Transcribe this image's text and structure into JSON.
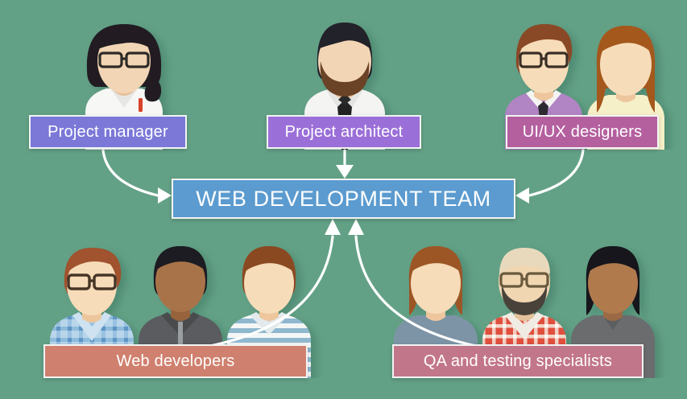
{
  "diagram": {
    "title": "WEB DEVELOPMENT TEAM",
    "background_color": "#63a186",
    "center": {
      "label": "WEB DEVELOPMENT TEAM",
      "color": "#5b9bcf",
      "border_color": "#f2f4f3"
    },
    "nodes": [
      {
        "id": "project-manager",
        "label": "Project manager",
        "color": "#7b78d8",
        "position": "top-left",
        "arrow": "curve-right-down",
        "people": [
          {
            "role": "project manager",
            "hair_color": "#211f22",
            "hair_style": "ponytail",
            "skin": "#f2d5b4",
            "glasses": true,
            "glasses_color": "#2f2b28",
            "clothing": "white blouse",
            "clothing_color": "#f7f7f5",
            "accent": "red pen",
            "accent_color": "#d8432b"
          }
        ]
      },
      {
        "id": "project-architect",
        "label": "Project architect",
        "color": "#9b6fd8",
        "position": "top-center",
        "arrow": "straight-down",
        "people": [
          {
            "role": "project architect",
            "hair_color": "#24212a",
            "hair_style": "short",
            "skin": "#f2d5b4",
            "beard": true,
            "beard_color": "#6b4226",
            "glasses": false,
            "clothing": "white shirt with black tie",
            "clothing_color": "#f4f4f2",
            "accent": "black tie",
            "accent_color": "#232323"
          }
        ]
      },
      {
        "id": "uiux-designers",
        "label": "UI/UX designers",
        "color": "#b4609f",
        "position": "top-right",
        "arrow": "curve-left-down",
        "people": [
          {
            "role": "designer",
            "hair_color": "#8a4a27",
            "hair_style": "swept quiff",
            "skin": "#f7dcb9",
            "glasses": true,
            "glasses_color": "#3a2f26",
            "clothing": "purple sweater over shirt",
            "clothing_color": "#b184c4",
            "accent": "dark tie",
            "accent_color": "#2e2b32"
          },
          {
            "role": "designer",
            "hair_color": "#a4581f",
            "hair_style": "long",
            "skin": "#f7dcb9",
            "glasses": false,
            "clothing": "cream top",
            "clothing_color": "#f6f0c8",
            "accent": "",
            "accent_color": ""
          }
        ]
      },
      {
        "id": "web-developers",
        "label": "Web developers",
        "color": "#d0806e",
        "position": "bottom-left",
        "arrow": "curve-up-right",
        "people": [
          {
            "role": "web developer",
            "hair_color": "#a0522d",
            "hair_style": "short quiff",
            "skin": "#f7dcb9",
            "glasses": true,
            "glasses_color": "#463528",
            "clothing": "blue plaid shirt",
            "clothing_color": "#9fc3e0",
            "accent": "checks",
            "accent_color": "#5e95c4"
          },
          {
            "role": "web developer",
            "hair_color": "#1d1c20",
            "hair_style": "short",
            "skin": "#a9734a",
            "glasses": false,
            "clothing": "gray zip hoodie",
            "clothing_color": "#5a5c5e",
            "accent": "zipper",
            "accent_color": "#9a9ea0"
          },
          {
            "role": "web developer",
            "hair_color": "#8b4a22",
            "hair_style": "short",
            "skin": "#f7dcb9",
            "glasses": false,
            "clothing": "blue striped tee",
            "clothing_color": "#f2f4f4",
            "accent": "stripes",
            "accent_color": "#8fb8cf"
          }
        ]
      },
      {
        "id": "qa-testing-specialists",
        "label": "QA and testing specialists",
        "color": "#c27689",
        "position": "bottom-right",
        "arrow": "curve-up-left",
        "people": [
          {
            "role": "qa specialist",
            "hair_color": "#9c5726",
            "hair_style": "bob",
            "skin": "#f7dcb9",
            "glasses": false,
            "clothing": "blue-gray top",
            "clothing_color": "#7d94a6",
            "accent": "",
            "accent_color": ""
          },
          {
            "role": "qa specialist",
            "hair_color": "#e8d9bd",
            "hair_style": "bald",
            "skin": "#f1d6b2",
            "glasses": true,
            "glasses_color": "#6b5a3e",
            "beard": true,
            "beard_color": "#4a423a",
            "clothing": "red plaid shirt",
            "clothing_color": "#e04f3d",
            "accent": "checks",
            "accent_color": "#f7f2ea"
          },
          {
            "role": "qa specialist",
            "hair_color": "#15151a",
            "hair_style": "bob",
            "skin": "#b07a4e",
            "glasses": false,
            "clothing": "gray top",
            "clothing_color": "#6a6c6e",
            "accent": "",
            "accent_color": ""
          }
        ]
      }
    ]
  }
}
